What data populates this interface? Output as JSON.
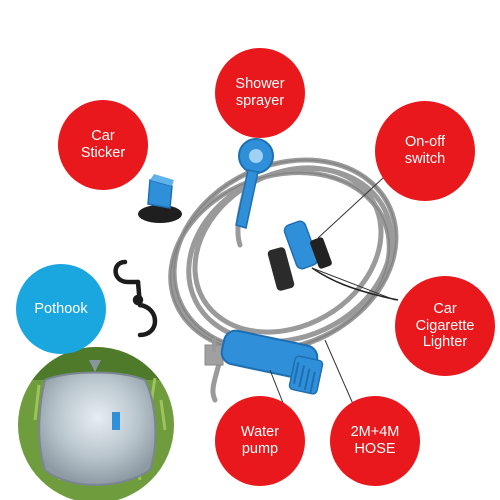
{
  "colors": {
    "bubble_red": "#e8181c",
    "bubble_blue": "#1aa7e0",
    "part_blue": "#2f8fd8",
    "hose_gray": "#9a9a9a",
    "grass_green": "#6a9a3a"
  },
  "labels": {
    "shower_sprayer": "Shower\nsprayer",
    "car_sticker": "Car\nSticker",
    "on_off_switch": "On-off\nswitch",
    "pothook": "Pothook",
    "car_cigarette_lighter": "Car\nCigarette\nLighter",
    "water_pump": "Water\npump",
    "hose": "2M+4M\nHOSE"
  }
}
